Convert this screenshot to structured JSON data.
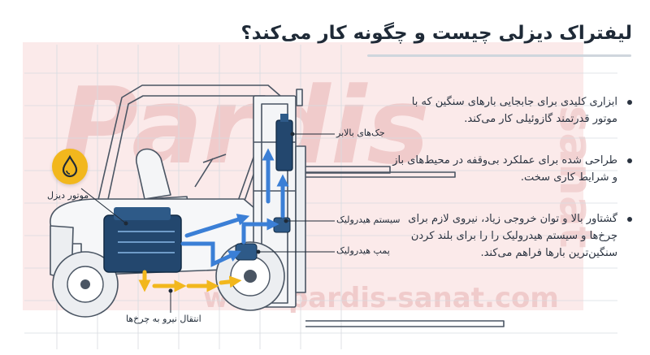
{
  "title": "لیفتراک دیزلی چیست و چگونه کار می‌کند؟",
  "bullets": [
    "ابزاری کلیدی برای جابجایی بارهای سنگین که با موتور قدرتمند گازوئیلی کار می‌کند.",
    "طراحی شده برای عملکرد بی‌وقفه در محیط‌های باز و شرایط کاری سخت.",
    "گشتاور بالا و توان خروجی زیاد، نیروی لازم برای چرخ‌ها و سیستم هیدرولیک را را برای بلند کردن سنگین‌ترین بارها فراهم می‌کند."
  ],
  "labels": {
    "engine": "موتور دیزل",
    "lift_jacks": "جک‌های بالابر",
    "hydraulic_system": "سیستم هیدرولیک",
    "hydraulic_pump": "پمپ هیدرولیک",
    "power_transfer": "انتقال نیرو به چرخ‌ها"
  },
  "watermark": {
    "brand": "Pardis",
    "sub": "sanat",
    "url": "www.pardis-sanat.com"
  },
  "colors": {
    "flow_blue": "#3b7fd6",
    "flow_yellow": "#f2b71d",
    "engine_blue": "#23476e",
    "outline": "#4a5563",
    "watermark_red": "#e8b9b9"
  },
  "icons": {
    "fuel": "fuel-drop-icon"
  }
}
